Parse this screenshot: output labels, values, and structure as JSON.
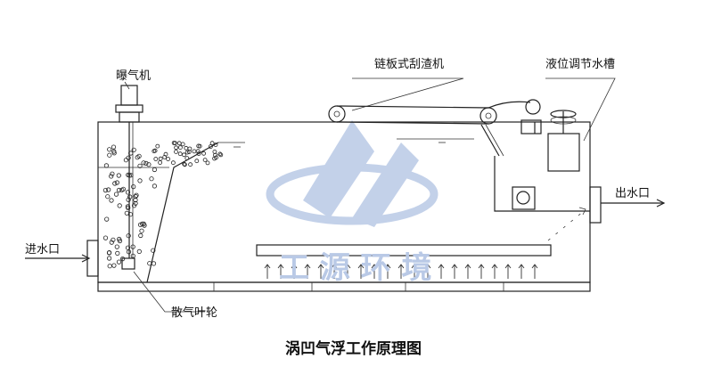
{
  "labels": {
    "aerator": "曝气机",
    "chain_scraper": "链板式刮渣机",
    "level_tank": "液位调节水槽",
    "inlet": "进水口",
    "outlet": "出水口",
    "impeller": "散气叶轮"
  },
  "watermark": "工 源 环 境",
  "caption": "涡凹气浮工作原理图",
  "colors": {
    "line": "#222222",
    "watermark": "#b9c9e6",
    "background": "#ffffff"
  }
}
